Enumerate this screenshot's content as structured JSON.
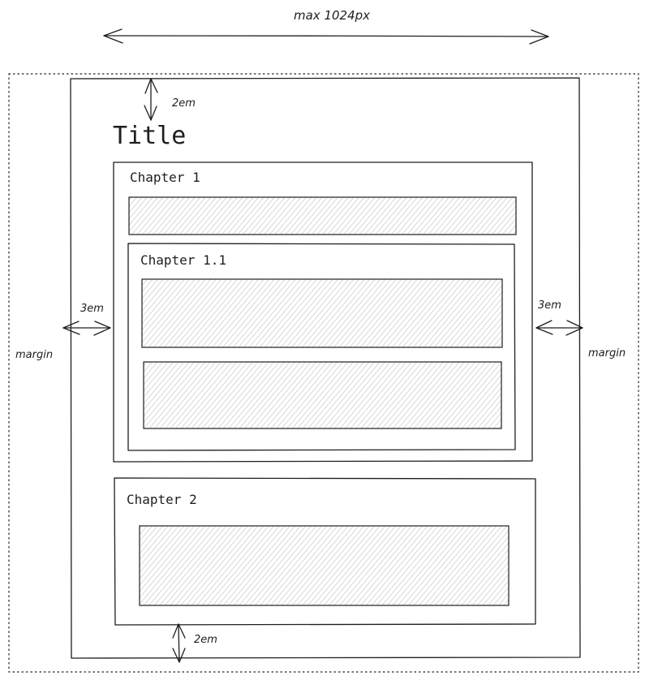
{
  "diagram": {
    "max_width_label": "max 1024px",
    "page_title": "Title",
    "top_spacing_label": "2em",
    "bottom_spacing_label": "2em",
    "left_padding_label": "3em",
    "right_padding_label": "3em",
    "left_margin_label": "margin",
    "right_margin_label": "margin",
    "chapters": [
      {
        "heading": "Chapter 1",
        "subchapters": [
          {
            "heading": "Chapter 1.1"
          }
        ]
      },
      {
        "heading": "Chapter 2",
        "subchapters": []
      }
    ]
  },
  "colors": {
    "ink": "#1e1e1e",
    "hatch": "#b8b8b8",
    "background": "#ffffff"
  }
}
